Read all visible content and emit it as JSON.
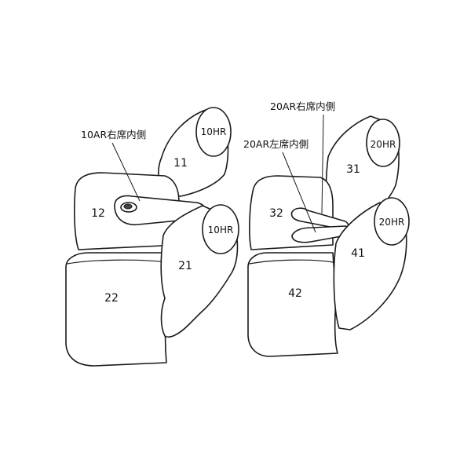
{
  "diagram": {
    "left_seat": {
      "callout": "10AR右席内側",
      "labels": {
        "backrest_rear": "11",
        "backrest_side": "12",
        "backrest_front": "21",
        "cushion": "22"
      },
      "headrests": [
        "10HR",
        "10HR"
      ]
    },
    "right_seat": {
      "callout_right": "20AR右席内側",
      "callout_left": "20AR左席内側",
      "labels": {
        "backrest_rear": "31",
        "backrest_side": "32",
        "backrest_front": "41",
        "cushion": "42"
      },
      "headrests": [
        "20HR",
        "20HR"
      ]
    }
  }
}
